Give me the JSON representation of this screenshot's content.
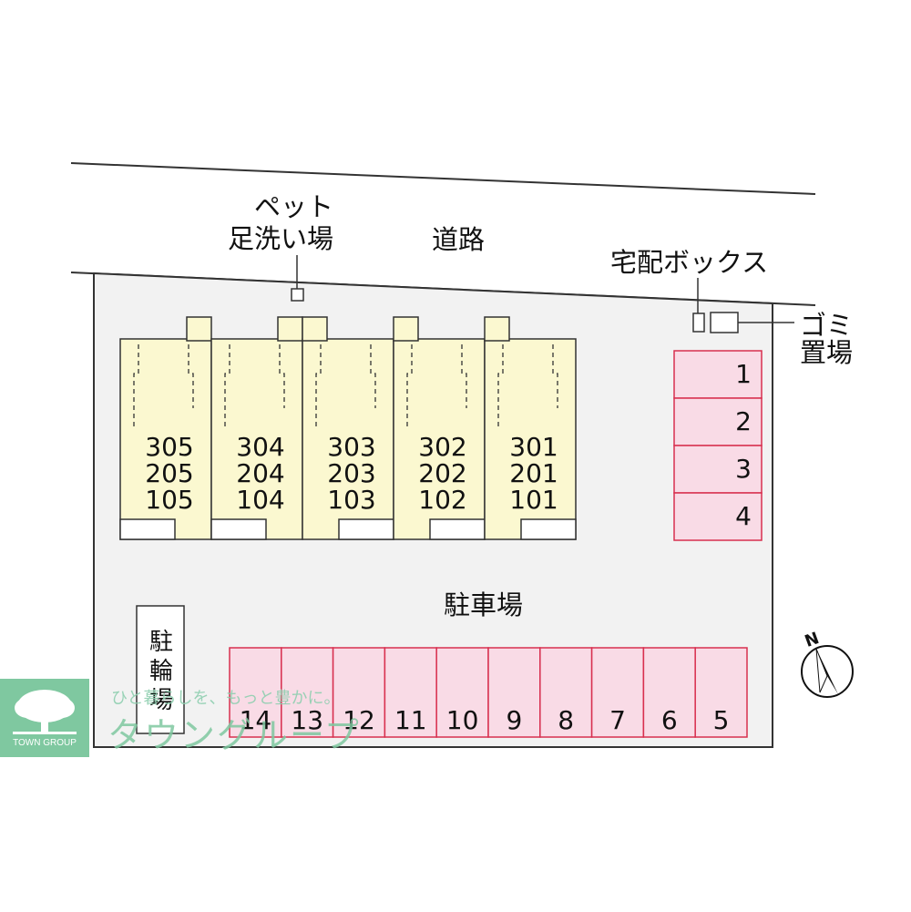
{
  "labels": {
    "road": "道路",
    "pet_wash": [
      "ペット",
      "足洗い場"
    ],
    "delivery_box": "宅配ボックス",
    "garbage": [
      "ゴミ",
      "置場"
    ],
    "parking": "駐車場",
    "bicycle": [
      "駐",
      "輪",
      "場"
    ]
  },
  "buildings": [
    {
      "rooms": [
        "305",
        "205",
        "105"
      ]
    },
    {
      "rooms": [
        "304",
        "204",
        "104"
      ]
    },
    {
      "rooms": [
        "303",
        "203",
        "103"
      ]
    },
    {
      "rooms": [
        "302",
        "202",
        "102"
      ]
    },
    {
      "rooms": [
        "301",
        "201",
        "101"
      ]
    }
  ],
  "parking_right": [
    "1",
    "2",
    "3",
    "4"
  ],
  "parking_bottom": [
    "14",
    "13",
    "12",
    "11",
    "10",
    "9",
    "8",
    "7",
    "6",
    "5"
  ],
  "compass": {
    "label": "N"
  },
  "watermark": {
    "tagline": "ひと暮らしを、もっと豊かに。",
    "brand": "タウングループ",
    "logo_text": "TOWN GROUP"
  },
  "colors": {
    "building_fill": "#fbf8d0",
    "parking_fill": "#f9dbe6",
    "parking_stroke": "#d8304f",
    "site_fill": "#f2f2f2",
    "brand_green": "#7fc8a0"
  }
}
